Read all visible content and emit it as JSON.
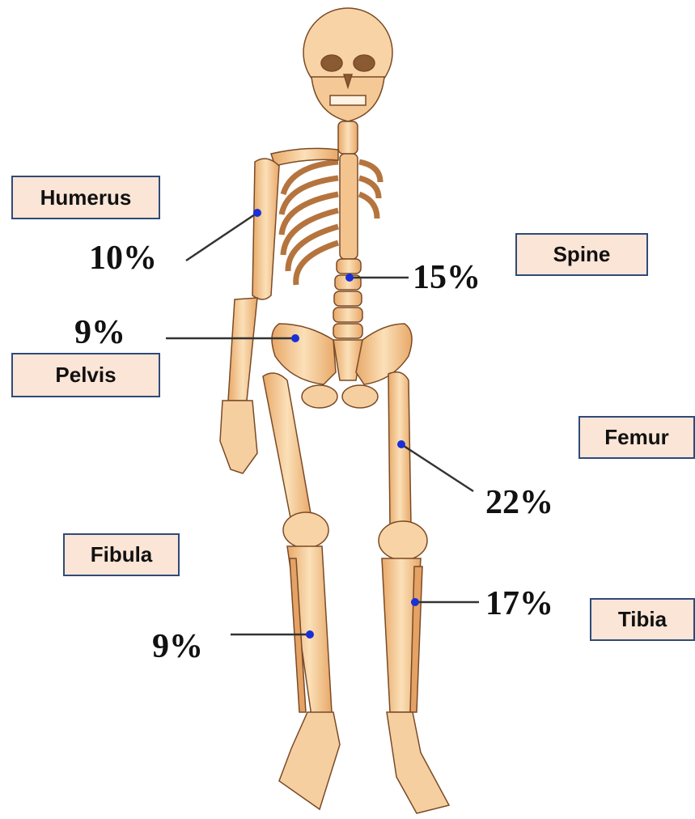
{
  "bones": [
    {
      "id": "humerus",
      "label": "Humerus",
      "percent": "10%"
    },
    {
      "id": "spine",
      "label": "Spine",
      "percent": "15%"
    },
    {
      "id": "pelvis",
      "label": "Pelvis",
      "percent": "9%"
    },
    {
      "id": "femur",
      "label": "Femur",
      "percent": "22%"
    },
    {
      "id": "fibula",
      "label": "Fibula",
      "percent": "9%"
    },
    {
      "id": "tibia",
      "label": "Tibia",
      "percent": "17%"
    }
  ],
  "colors": {
    "bone_fill": "#f6c98f",
    "bone_shade": "#e4a265",
    "bone_outline": "#7a4a26",
    "label_bg": "#fbe5d6",
    "label_border": "#2f4a7a",
    "marker": "#1a2fd6",
    "leader_line": "#333333"
  }
}
